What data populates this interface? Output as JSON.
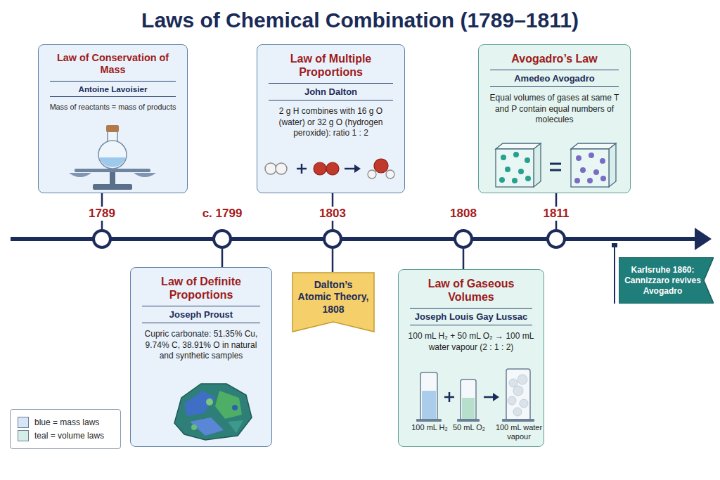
{
  "diagram": {
    "title": "Laws of Chemical Combination (1789–1811)",
    "nodes": [
      {
        "text": [
          "Law of Conservation of Mass",
          "Antoine Lavoisier",
          "Mass of reactants = mass of products"
        ]
      },
      {
        "text": [
          "Law of Multiple Proportions",
          "John Dalton",
          "2 g H combines with 16 g O (water) or 32 g O (hydrogen peroxide): ratio 1 : 2"
        ]
      },
      {
        "text": [
          "Avogadro’s Law",
          "Amedeo Avogadro",
          "Equal volumes of gases at same T and P contain equal numbers of molecules"
        ]
      },
      {
        "text": [
          "1789"
        ]
      },
      {
        "text": [
          "c. 1799"
        ]
      },
      {
        "text": [
          "1803"
        ]
      },
      {
        "text": [
          "1808"
        ]
      },
      {
        "text": [
          "1811"
        ]
      },
      {
        "text": [
          "Law of Definite Proportions",
          "Joseph Proust",
          "Cupric carbonate: 51.35% Cu, 9.74% C, 38.91% O in natural and synthetic samples"
        ]
      },
      {
        "text": [
          "Dalton’s Atomic Theory, 1808"
        ]
      },
      {
        "text": [
          "Law of Gaseous Volumes",
          "Joseph Louis Gay Lussac",
          "100 mL H₂ + 50 mL O₂ → 100 mL water vapour (2 : 1 : 2)",
          "100 mL H₂",
          "50 mL O₂",
          "100 mL water vapour"
        ]
      },
      {
        "text": [
          "Karlsruhe 1860: Cannizzaro revives Avogadro"
        ]
      }
    ],
    "edges": [
      {
        "from": 0,
        "to": 3,
        "arrow": "none"
      },
      {
        "from": 8,
        "to": 4,
        "arrow": "none"
      },
      {
        "from": 1,
        "to": 5,
        "arrow": "none"
      },
      {
        "from": 9,
        "to": 5,
        "arrow": "none"
      },
      {
        "from": 10,
        "to": 6,
        "arrow": "none"
      },
      {
        "from": 2,
        "to": 7,
        "arrow": "none"
      }
    ],
    "legend": [
      {
        "text": "blue = mass laws",
        "color": "#d6e6f7"
      },
      {
        "text": "teal = volume laws",
        "color": "#d5efe8"
      }
    ]
  }
}
